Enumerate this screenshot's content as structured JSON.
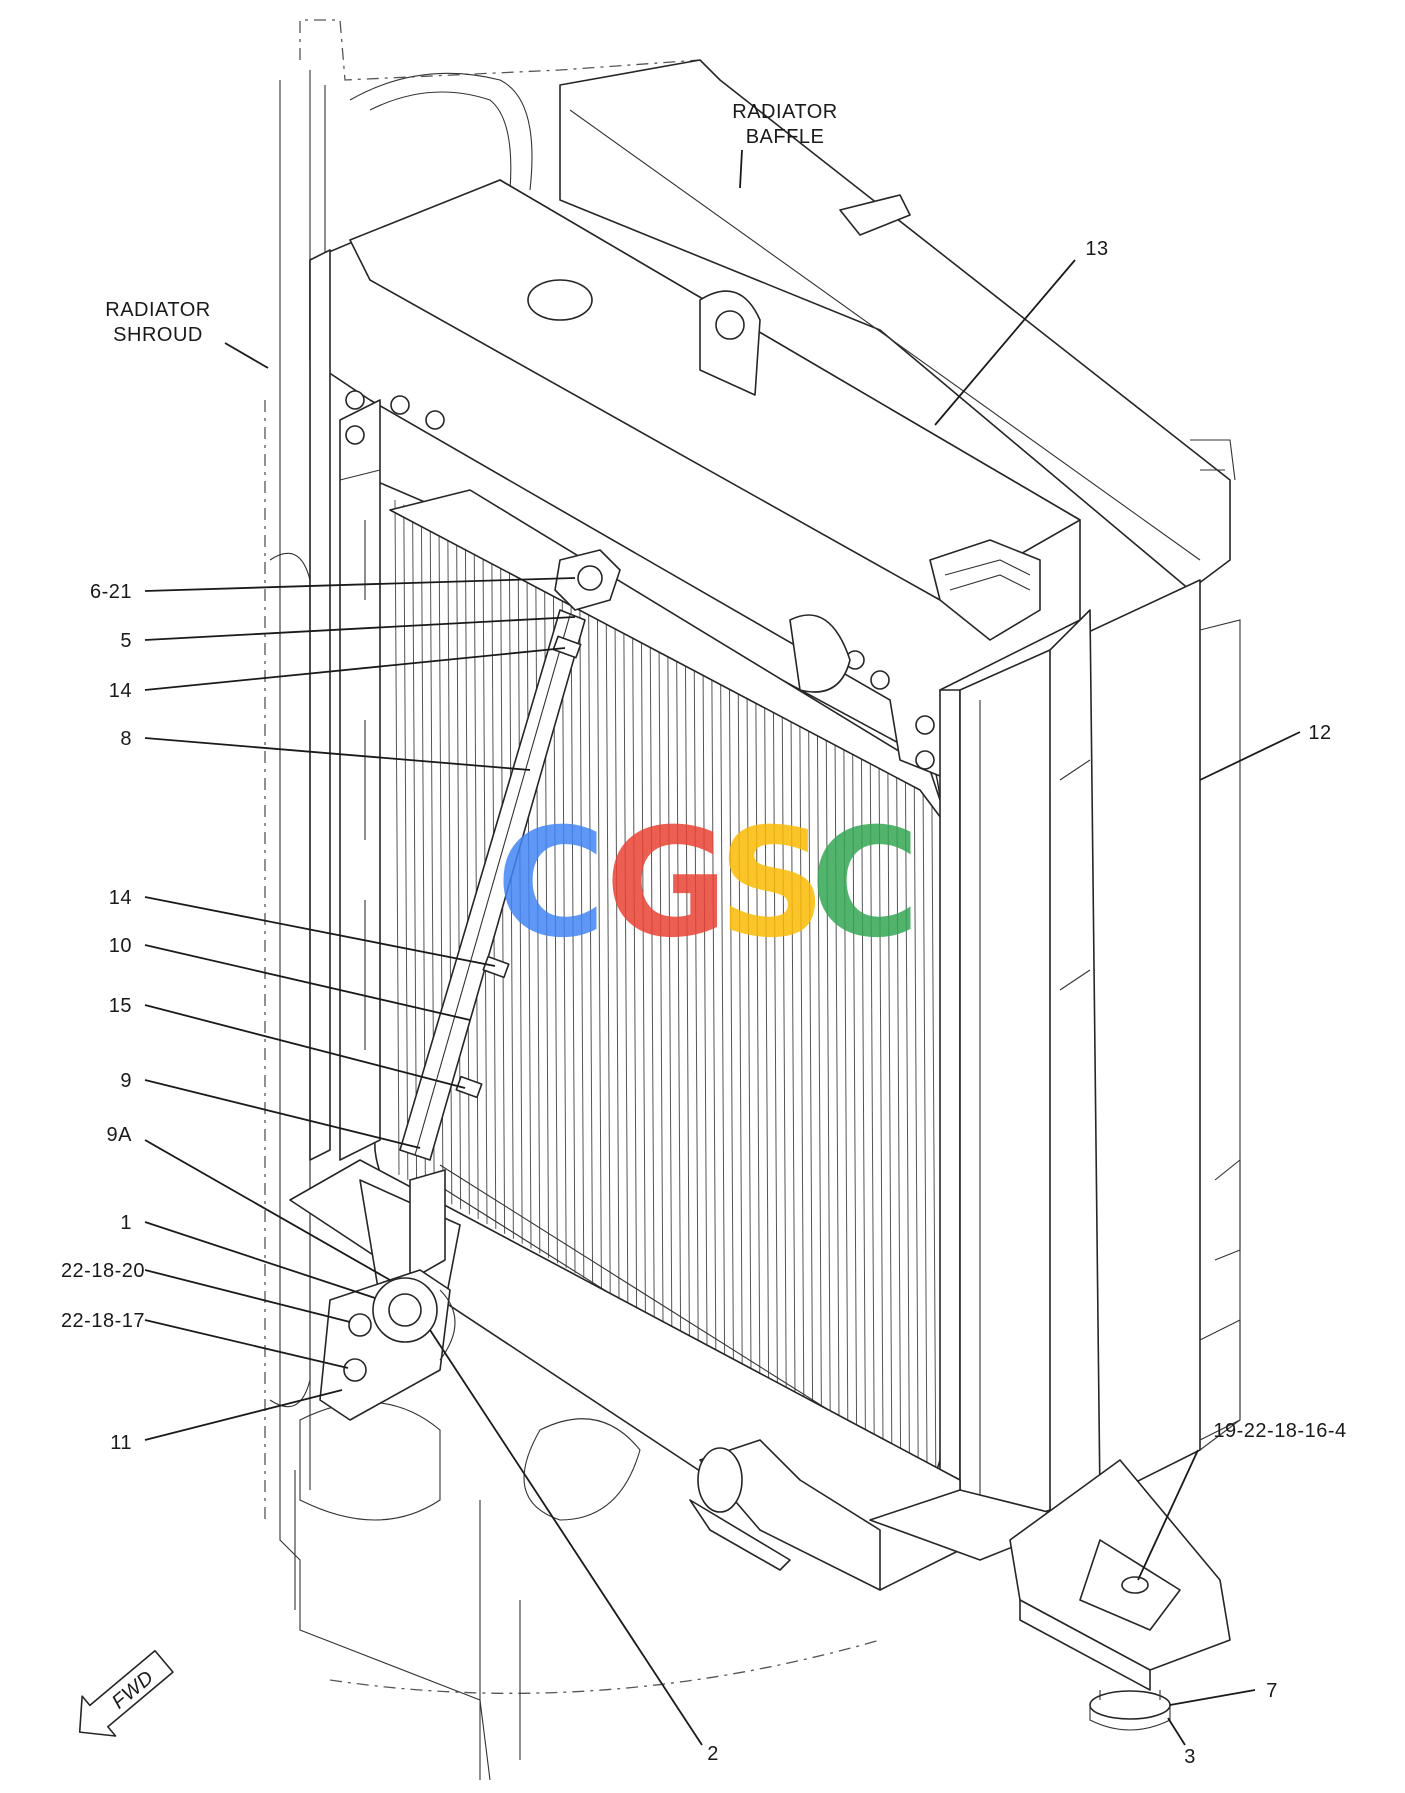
{
  "labels": {
    "radiator_baffle": [
      "RADIATOR",
      "BAFFLE"
    ],
    "radiator_shroud": [
      "RADIATOR",
      "SHROUD"
    ],
    "callouts": {
      "c13": "13",
      "c6_21": "6-21",
      "c5": "5",
      "c14a": "14",
      "c8": "8",
      "c12": "12",
      "c14b": "14",
      "c10": "10",
      "c15": "15",
      "c9": "9",
      "c9a": "9A",
      "c1": "1",
      "c22_18_20": "22-18-20",
      "c22_18_17": "22-18-17",
      "c11": "11",
      "c19_22_18_16_4": "19-22-18-16-4",
      "c7": "7",
      "c2": "2",
      "c3": "3"
    },
    "fwd": "FWD"
  },
  "watermark": {
    "letters": [
      "C",
      "G",
      "S",
      "C"
    ],
    "colors": [
      "#4285F4",
      "#EA4335",
      "#FBBC05",
      "#34A853"
    ]
  },
  "colors": {
    "line": "#1a1a1a",
    "background": "#ffffff"
  }
}
